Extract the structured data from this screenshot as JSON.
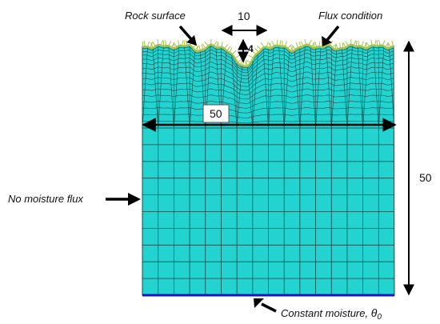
{
  "labels": {
    "rock_surface": "Rock surface",
    "flux_condition": "Flux condition",
    "no_moisture_flux": "No moisture  flux",
    "constant_moisture": "Constant moisture, ",
    "theta_symbol": "θ",
    "theta_subscript": "0"
  },
  "dimensions": {
    "pit_width": "10",
    "pit_depth": "4",
    "domain_width": "50",
    "domain_height": "50"
  },
  "colors": {
    "domain_fill": "#22d3cf",
    "mesh_line": "#1d4a4a",
    "surface_flux": "#a8c24a",
    "bottom_boundary": "#1414c8",
    "arrow": "#000000"
  },
  "mesh": {
    "lower_columns": 16,
    "lower_rows": 10
  }
}
